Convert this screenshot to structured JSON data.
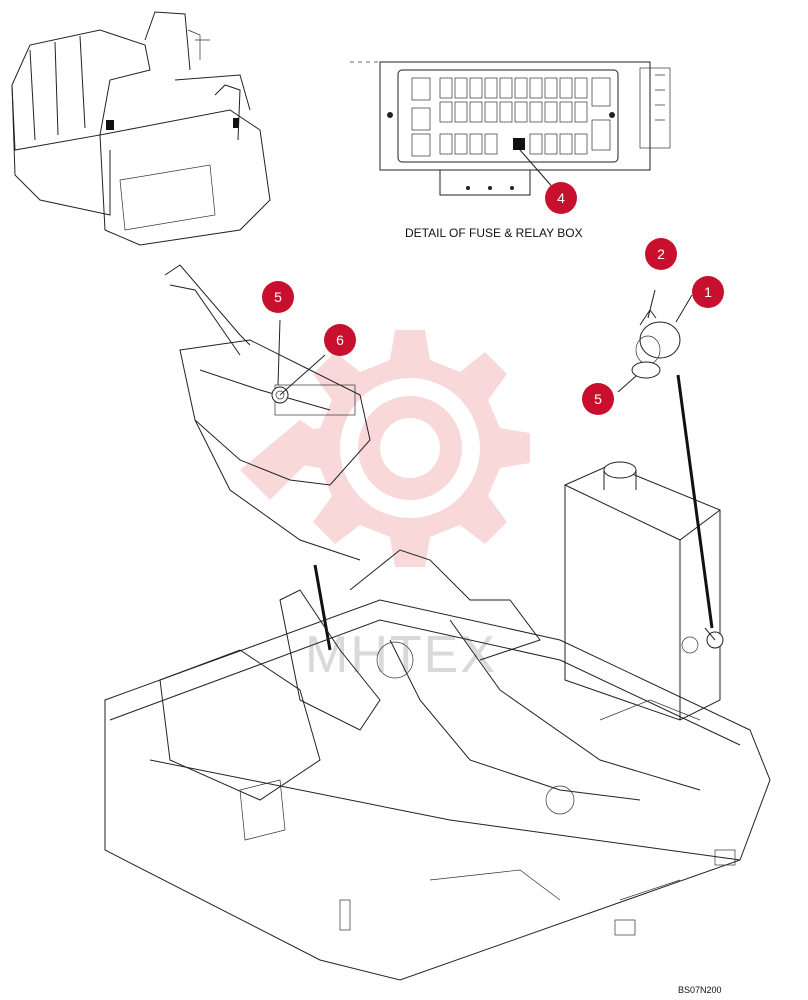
{
  "caption": "DETAIL OF FUSE & RELAY BOX",
  "reference_code": "BS07N200",
  "watermark_text": "MHTEX",
  "colors": {
    "callout": "#c8102e",
    "watermark": "#f3b9b9",
    "line": "#222222"
  },
  "callouts": [
    {
      "label": "1"
    },
    {
      "label": "2"
    },
    {
      "label": "4"
    },
    {
      "label": "5"
    },
    {
      "label": "5"
    },
    {
      "label": "6"
    }
  ]
}
